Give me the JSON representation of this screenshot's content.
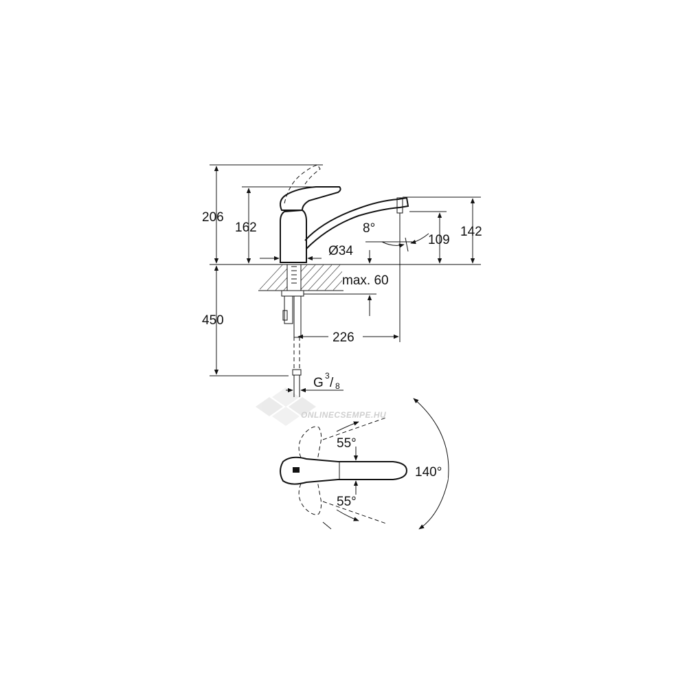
{
  "dimensions": {
    "total_height": "206",
    "body_height": "162",
    "spout_height": "142",
    "outlet_height": "109",
    "spout_angle": "8°",
    "base_diameter": "Ø34",
    "max_thickness": "max. 60",
    "hose_length": "450",
    "reach": "226",
    "thread_prefix": "G",
    "thread_num": "3",
    "thread_den": "8",
    "lever_angle_left": "55°",
    "lever_angle_right": "55°",
    "swivel_angle": "140°"
  },
  "watermark": {
    "text": "ONLINECSEMPE.HU"
  }
}
